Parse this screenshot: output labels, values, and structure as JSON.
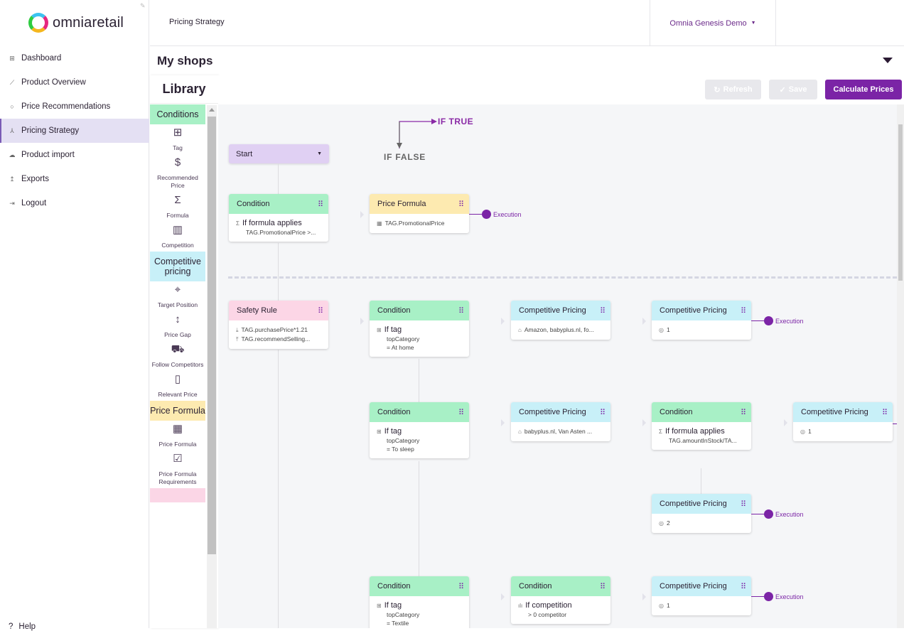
{
  "sidebar": {
    "brand": "omniaretail",
    "items": [
      {
        "label": "Dashboard",
        "icon": "grid-icon",
        "active": false
      },
      {
        "label": "Product Overview",
        "icon": "trend-icon",
        "active": false
      },
      {
        "label": "Price Recommendations",
        "icon": "circle-icon",
        "active": false
      },
      {
        "label": "Pricing Strategy",
        "icon": "tree-icon",
        "active": true
      },
      {
        "label": "Product import",
        "icon": "cloud-upload-icon",
        "active": false
      },
      {
        "label": "Exports",
        "icon": "upload-icon",
        "active": false
      },
      {
        "label": "Logout",
        "icon": "logout-icon",
        "active": false
      }
    ],
    "help": "Help"
  },
  "header": {
    "breadcrumb": "Pricing Strategy",
    "shop_selector": "Omnia Genesis Demo"
  },
  "section": {
    "title": "My shops"
  },
  "library": {
    "title": "Library",
    "sections": [
      {
        "label": "Conditions",
        "color": "#a8f0c6",
        "items": [
          "Tag",
          "Recommended Price",
          "Formula",
          "Competition"
        ]
      },
      {
        "label": "Competitive pricing",
        "color": "#c8f0f8",
        "items": [
          "Target Position",
          "Price Gap",
          "Follow Competitors",
          "Relevant Price"
        ]
      },
      {
        "label": "Price Formula",
        "color": "#fdeab0",
        "items": [
          "Price Formula",
          "Price Formula Requirements"
        ]
      },
      {
        "label": "",
        "color": "#fbd6e6",
        "items": []
      }
    ]
  },
  "toolbar": {
    "refresh": "Refresh",
    "save": "Save",
    "calculate": "Calculate Prices"
  },
  "legend": {
    "if_true": "IF TRUE",
    "if_false": "IF FALSE"
  },
  "canvas": {
    "start": "Start",
    "execution_label": "Execution",
    "colors": {
      "condition": "#a8f0c6",
      "price_formula": "#fdeab0",
      "safety_rule": "#fcd6e6",
      "competitive_pricing": "#c8f0f8",
      "accent": "#7b24a6"
    },
    "nodes": [
      {
        "type": "condition",
        "title": "Condition",
        "icon": "Σ",
        "main": "If formula applies",
        "lines": [
          "TAG.PromotionalPrice >..."
        ]
      },
      {
        "type": "price_formula",
        "title": "Price Formula",
        "icon": "▦",
        "main": "",
        "lines": [
          "TAG.PromotionalPrice"
        ],
        "execution": true
      },
      {
        "type": "safety_rule",
        "title": "Safety Rule",
        "icon": "",
        "main": "",
        "lines": [
          "TAG.purchasePrice*1.21",
          "TAG.recommendSelling..."
        ]
      },
      {
        "type": "condition",
        "title": "Condition",
        "icon": "⊞",
        "main": "If tag",
        "lines": [
          "topCategory",
          "= At home"
        ]
      },
      {
        "type": "competitive_pricing",
        "title": "Competitive Pricing",
        "icon": "⌂",
        "main": "",
        "lines": [
          "Amazon, babyplus.nl, fo..."
        ]
      },
      {
        "type": "competitive_pricing",
        "title": "Competitive Pricing",
        "icon": "◎",
        "main": "",
        "lines": [
          "1"
        ],
        "execution": true
      },
      {
        "type": "condition",
        "title": "Condition",
        "icon": "⊞",
        "main": "If tag",
        "lines": [
          "topCategory",
          "= To sleep"
        ]
      },
      {
        "type": "competitive_pricing",
        "title": "Competitive Pricing",
        "icon": "⌂",
        "main": "",
        "lines": [
          "babyplus.nl, Van Asten ..."
        ]
      },
      {
        "type": "condition",
        "title": "Condition",
        "icon": "Σ",
        "main": "If formula applies",
        "lines": [
          "TAG.amountInStock/TA..."
        ]
      },
      {
        "type": "competitive_pricing",
        "title": "Competitive Pricing",
        "icon": "◎",
        "main": "",
        "lines": [
          "1"
        ]
      },
      {
        "type": "competitive_pricing",
        "title": "Competitive Pricing",
        "icon": "◎",
        "main": "",
        "lines": [
          "2"
        ],
        "execution": true
      },
      {
        "type": "condition",
        "title": "Condition",
        "icon": "⊞",
        "main": "If tag",
        "lines": [
          "topCategory",
          "= Textile"
        ]
      },
      {
        "type": "condition",
        "title": "Condition",
        "icon": "ılı",
        "main": "If competition",
        "lines": [
          "> 0 competitor"
        ]
      },
      {
        "type": "competitive_pricing",
        "title": "Competitive Pricing",
        "icon": "◎",
        "main": "",
        "lines": [
          "1"
        ],
        "execution": true
      }
    ]
  }
}
